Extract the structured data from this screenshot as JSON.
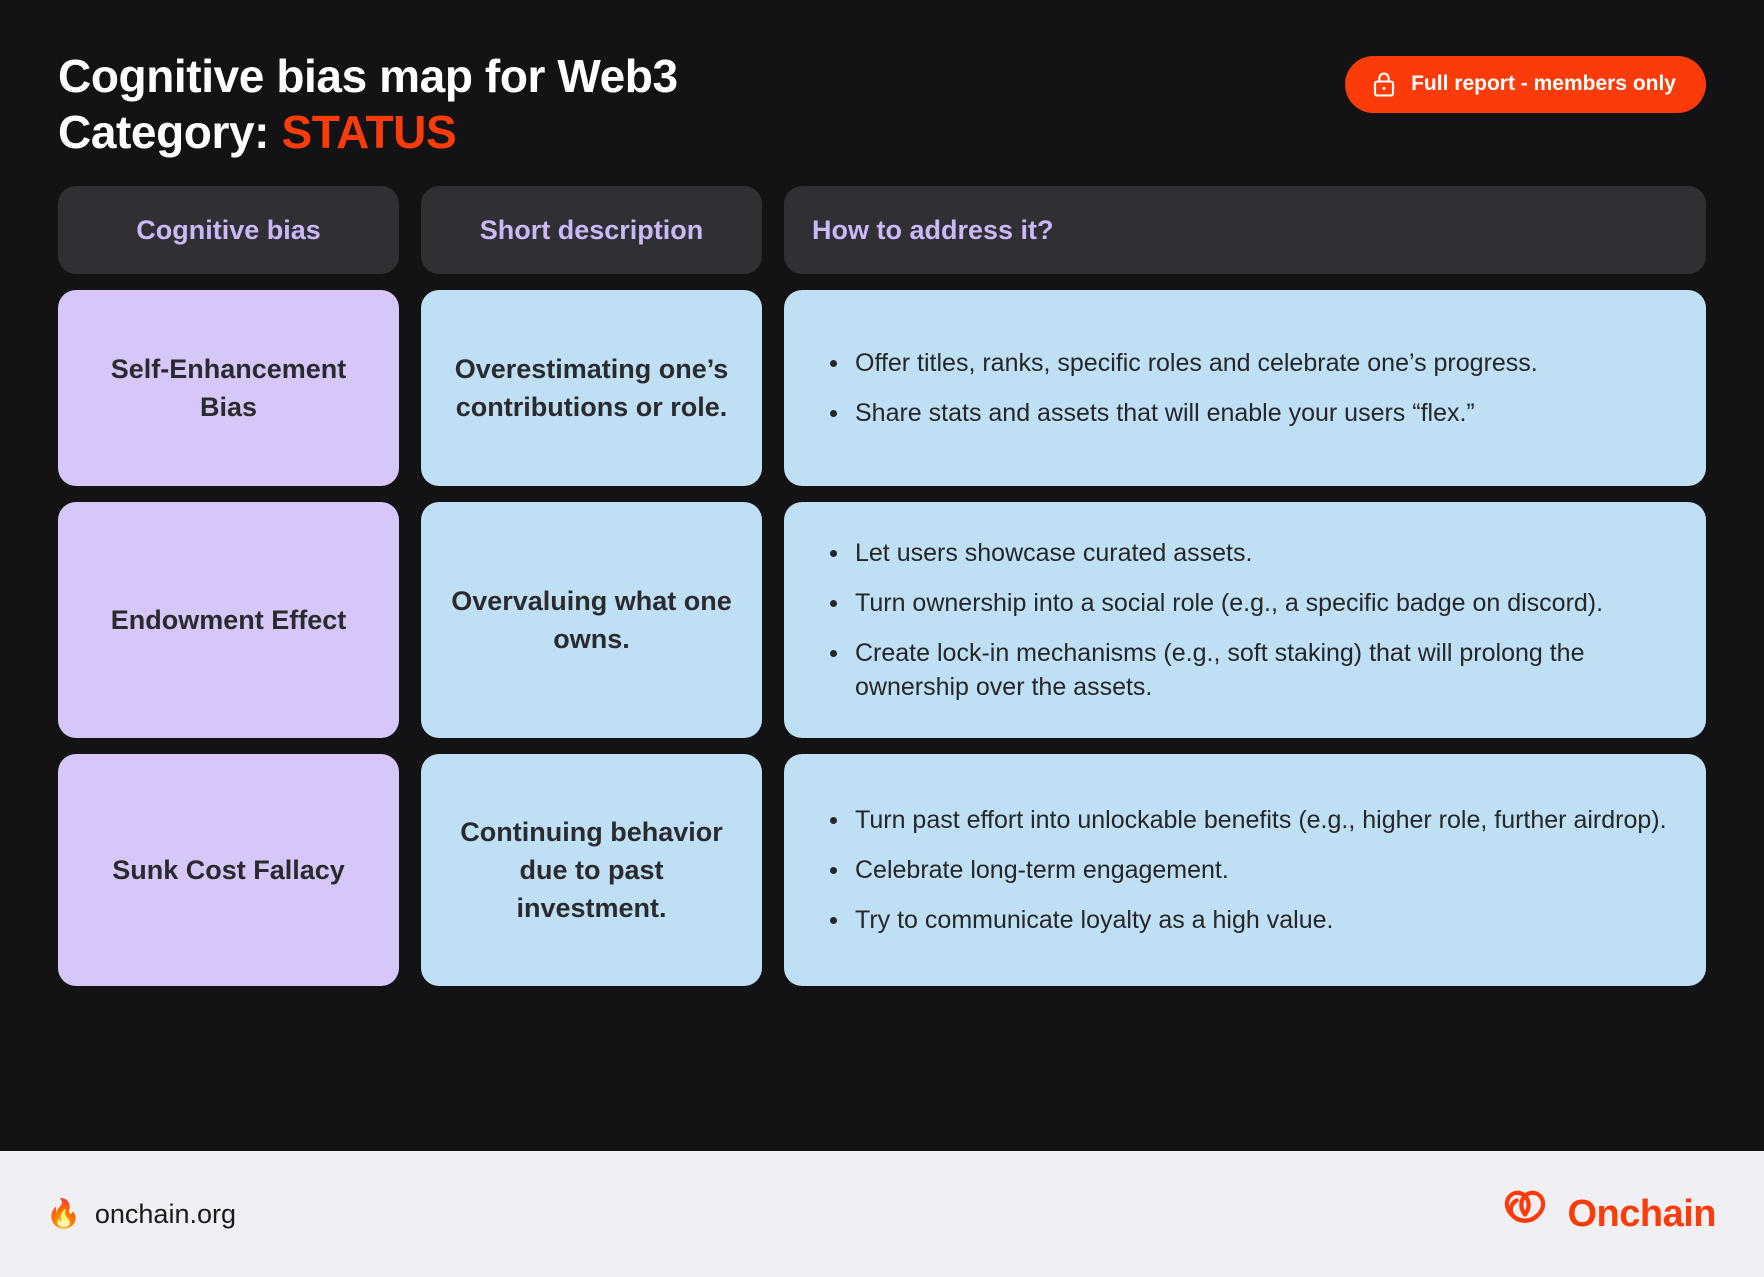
{
  "header": {
    "title_line1": "Cognitive bias map for Web3",
    "title_prefix": "Category: ",
    "category": "STATUS",
    "badge_label": "Full report - members only",
    "badge_icon": "lock-icon",
    "accent_color": "#FB3B09",
    "background_color": "#131316"
  },
  "table": {
    "columns": [
      {
        "label": "Cognitive bias",
        "align": "center"
      },
      {
        "label": "Short description",
        "align": "center"
      },
      {
        "label": "How to address it?",
        "align": "left"
      }
    ],
    "header_bg": "#2F2F34",
    "header_text_color": "#CBB8F7",
    "bias_cell_bg": "#D6C7F8",
    "info_cell_bg": "#BFE0F4",
    "rows": [
      {
        "bias": "Self-Enhancement Bias",
        "description": "Overestimating one’s contributions or role.",
        "actions": [
          "Offer titles, ranks, specific roles and celebrate one’s progress.",
          "Share stats and assets that will enable your users “flex.”"
        ]
      },
      {
        "bias": "Endowment Effect",
        "description": "Overvaluing what one owns.",
        "actions": [
          "Let users showcase curated assets.",
          "Turn ownership into a social role (e.g., a specific badge on discord).",
          "Create lock-in mechanisms (e.g., soft staking) that will prolong the ownership over the assets."
        ]
      },
      {
        "bias": "Sunk Cost Fallacy",
        "description": "Continuing behavior due to past investment.",
        "actions": [
          "Turn past effort into unlockable benefits (e.g., higher role, further airdrop).",
          "Celebrate long-term engagement.",
          "Try to communicate loyalty as a high value."
        ]
      }
    ]
  },
  "footer": {
    "site": "onchain.org",
    "fire_icon": "🔥",
    "brand": "Onchain",
    "logo_icon": "onchain-knot-logo-icon",
    "background_color": "#F0EFF3"
  }
}
